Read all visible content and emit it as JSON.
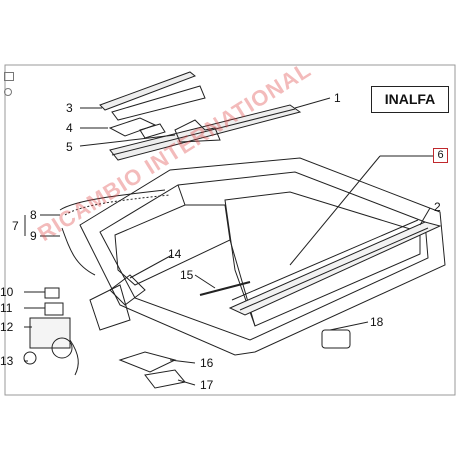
{
  "brand": "INALFA",
  "watermark": "RICAMBIO INTERNATIONAL",
  "callouts": [
    "1",
    "2",
    "3",
    "4",
    "5",
    "6",
    "7",
    "8",
    "9",
    "10",
    "11",
    "12",
    "13",
    "14",
    "15",
    "16",
    "17",
    "18"
  ],
  "highlight_callout": "6",
  "colors": {
    "line": "#222222",
    "highlight": "#c0282d",
    "watermark": "#dc3c3c"
  },
  "icons": [
    "print-icon",
    "zoom-icon"
  ]
}
